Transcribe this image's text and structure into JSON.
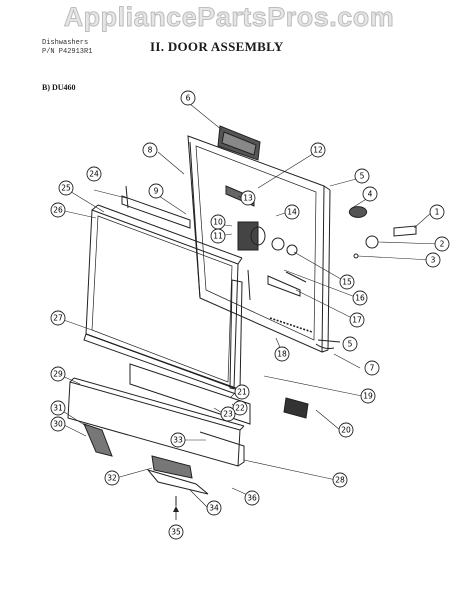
{
  "watermark": "AppliancePartsPros.com",
  "header": {
    "line1": "Dishwashers",
    "line2": "P/N P42913R1",
    "title": "II. DOOR ASSEMBLY",
    "model": "B) DU460"
  },
  "callouts": [
    "1",
    "2",
    "3",
    "4",
    "5",
    "5",
    "6",
    "7",
    "8",
    "9",
    "10",
    "11",
    "12",
    "13",
    "14",
    "15",
    "16",
    "17",
    "18",
    "19",
    "20",
    "21",
    "22",
    "23",
    "24",
    "25",
    "26",
    "27",
    "28",
    "29",
    "30",
    "31",
    "32",
    "33",
    "34",
    "35",
    "36"
  ],
  "icons": {
    "arrow": "up-arrow-icon"
  }
}
